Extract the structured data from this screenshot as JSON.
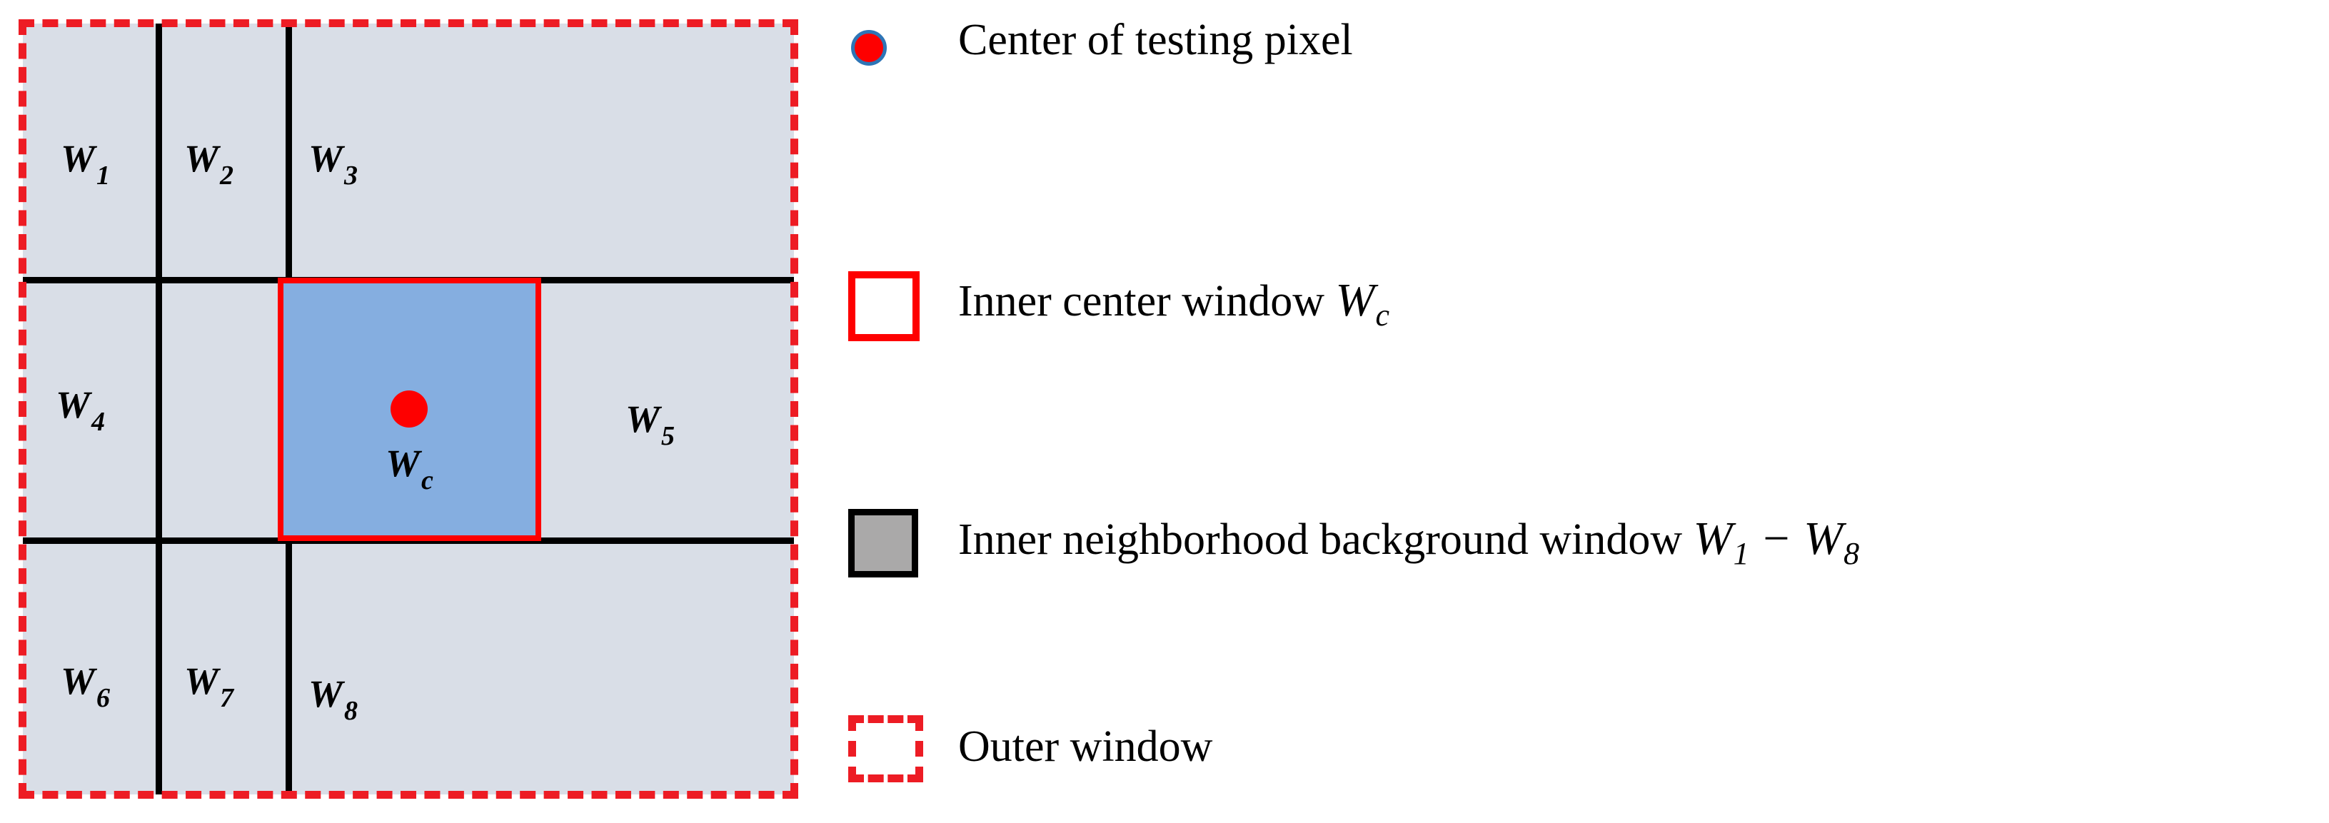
{
  "diagram": {
    "outer_window_color": "#ed1c24",
    "background_cell_color": "#d9dee7",
    "center_window_fill": "#85aee0",
    "center_window_border": "#fe0000",
    "center_dot_color": "#fe0000",
    "grid_line_color": "#000000",
    "cells": [
      {
        "name": "w1",
        "base": "W",
        "sub": "1"
      },
      {
        "name": "w2",
        "base": "W",
        "sub": "2"
      },
      {
        "name": "w3",
        "base": "W",
        "sub": "3"
      },
      {
        "name": "w4",
        "base": "W",
        "sub": "4"
      },
      {
        "name": "wc",
        "base": "W",
        "sub": "c"
      },
      {
        "name": "w5",
        "base": "W",
        "sub": "5"
      },
      {
        "name": "w6",
        "base": "W",
        "sub": "6"
      },
      {
        "name": "w7",
        "base": "W",
        "sub": "7"
      },
      {
        "name": "w8",
        "base": "W",
        "sub": "8"
      }
    ]
  },
  "legend": {
    "items": [
      {
        "marker": "red-dot-blue-ring",
        "label": "Center of testing pixel",
        "math_var": "",
        "math_sub": "",
        "math_tail": ""
      },
      {
        "marker": "red-hollow-square",
        "label": "Inner center window ",
        "math_var": "W",
        "math_sub": "c",
        "math_tail": ""
      },
      {
        "marker": "gray-filled-square",
        "label": "Inner neighborhood background window ",
        "math_var": "W",
        "math_sub": "1",
        "math_tail": " − W"
      },
      {
        "marker": "red-dashed-square",
        "label": "Outer window",
        "math_var": "",
        "math_sub": "",
        "math_tail": ""
      }
    ],
    "row3_tail_sub": "8"
  }
}
